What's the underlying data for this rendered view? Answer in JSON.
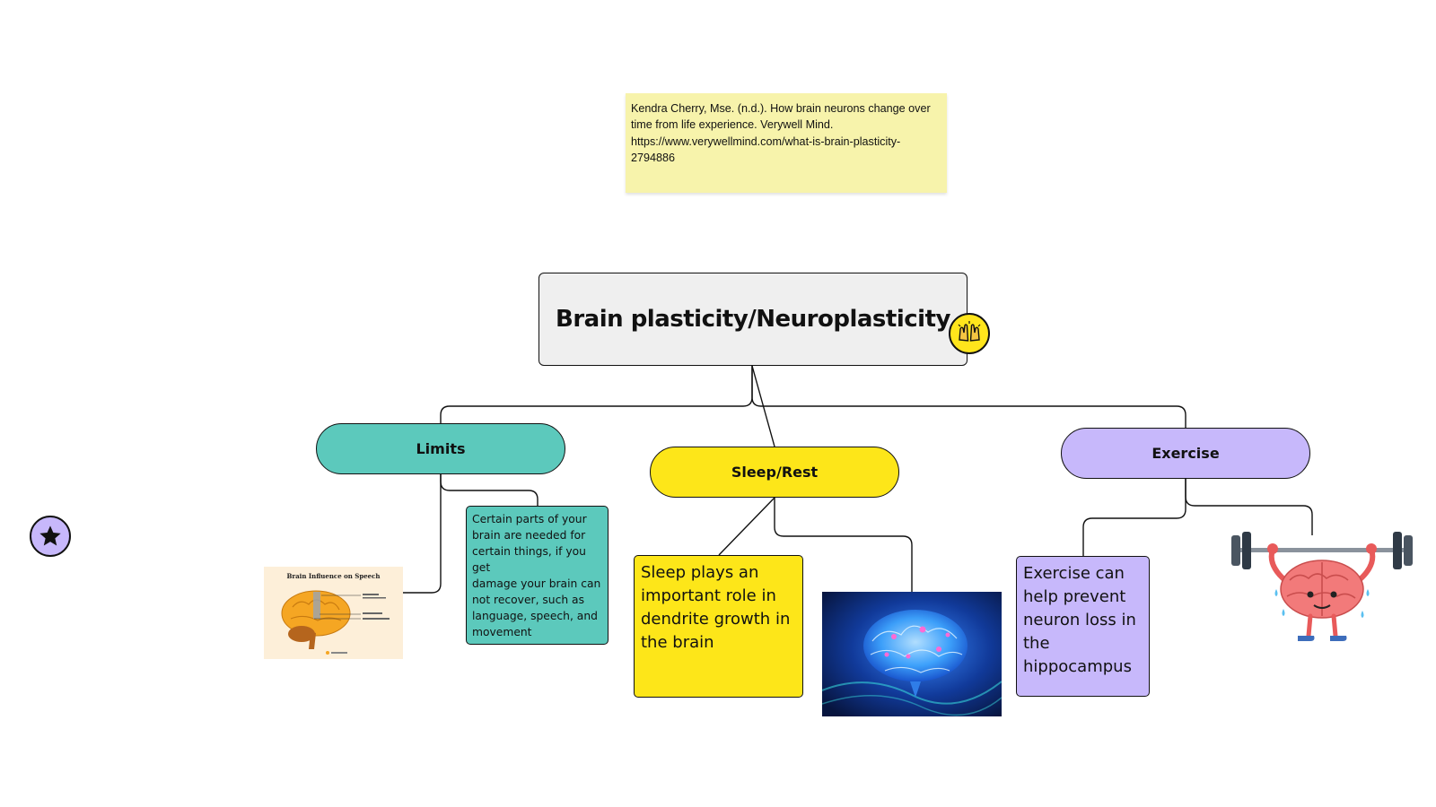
{
  "citation": {
    "lines": [
      "Kendra Cherry, Mse. (n.d.). How brain neurons change over",
      "time from life experience. Verywell Mind.",
      "https://www.verywellmind.com/what-is-brain-plasticity-",
      "2794886"
    ]
  },
  "root": {
    "title": "Brain plasticity/Neuroplasticity",
    "badge_icon": "raised-hands-icon",
    "badge_color": "#ffe51c"
  },
  "branches": {
    "limits": {
      "label": "Limits",
      "color": "#5cc9bc",
      "note_lines": [
        "Certain parts of your",
        "brain are needed for",
        "certain things, if you get",
        "damage your brain can",
        "not recover, such as",
        "language, speech, and",
        "movement"
      ],
      "image": {
        "title": "Brain Influence on Speech",
        "icon": "brain-speech-diagram-image"
      }
    },
    "sleep": {
      "label": "Sleep/Rest",
      "color": "#fde619",
      "note_lines": [
        "Sleep plays an",
        "important role in",
        "dendrite growth in",
        "the brain"
      ],
      "image": {
        "icon": "glowing-brain-image"
      }
    },
    "exercise": {
      "label": "Exercise",
      "color": "#c7b8fb",
      "note_lines": [
        "Exercise can",
        "help prevent",
        "neuron loss in",
        "the",
        "hippocampus"
      ],
      "image": {
        "icon": "brain-lifting-barbell-image"
      }
    }
  },
  "star_badge": {
    "icon": "star-icon",
    "color": "#c7b8fb"
  },
  "colors": {
    "sticky_note": "#f7f3ab",
    "root_box": "#efefef",
    "connector": "#111111"
  }
}
